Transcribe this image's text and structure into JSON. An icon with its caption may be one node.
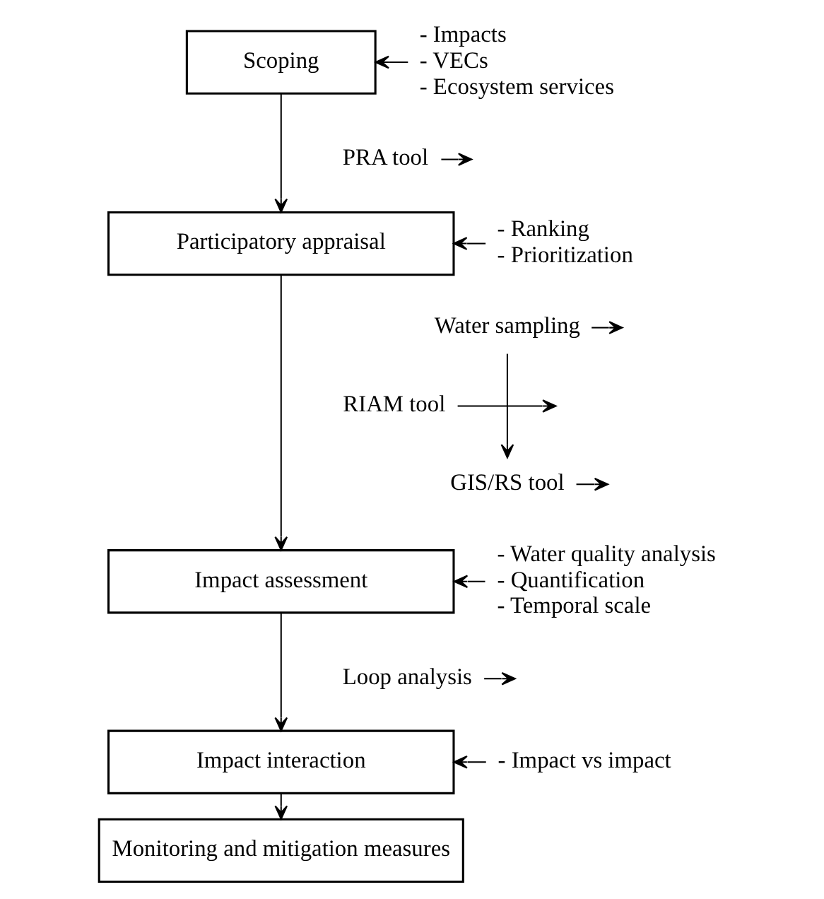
{
  "diagram": {
    "nodes": [
      {
        "text": [
          "Scoping"
        ]
      },
      {
        "text": [
          "Participatory appraisal"
        ]
      },
      {
        "text": [
          "Impact assessment"
        ]
      },
      {
        "text": [
          "Impact interaction"
        ]
      },
      {
        "text": [
          "Monitoring and mitigation measures"
        ]
      },
      {
        "text": [
          "- Impacts",
          "- VECs",
          "- Ecosystem services"
        ]
      },
      {
        "text": [
          "PRA tool"
        ]
      },
      {
        "text": [
          "- Ranking",
          "- Prioritization"
        ]
      },
      {
        "text": [
          "Water sampling"
        ]
      },
      {
        "text": [
          "RIAM tool"
        ]
      },
      {
        "text": [
          "GIS/RS tool"
        ]
      },
      {
        "text": [
          "- Water quality analysis",
          "- Quantification",
          "- Temporal scale"
        ]
      },
      {
        "text": [
          "Loop analysis"
        ]
      },
      {
        "text": [
          "- Impact vs impact"
        ]
      }
    ],
    "edges": [
      {
        "from": 0,
        "to": 1,
        "arrow": "to"
      },
      {
        "from": 1,
        "to": 2,
        "arrow": "to"
      },
      {
        "from": 2,
        "to": 3,
        "arrow": "to"
      },
      {
        "from": 3,
        "to": 4,
        "arrow": "to"
      },
      {
        "from": 5,
        "to": 0,
        "arrow": "to"
      },
      {
        "from": 6,
        "to": null,
        "arrow": "to"
      },
      {
        "from": 7,
        "to": 1,
        "arrow": "to"
      },
      {
        "from": 8,
        "to": null,
        "arrow": "to"
      },
      {
        "from": 8,
        "to": 10,
        "arrow": "to"
      },
      {
        "from": 9,
        "to": null,
        "arrow": "to"
      },
      {
        "from": 10,
        "to": null,
        "arrow": "to"
      },
      {
        "from": 11,
        "to": 2,
        "arrow": "to"
      },
      {
        "from": 12,
        "to": null,
        "arrow": "to"
      },
      {
        "from": 13,
        "to": 3,
        "arrow": "to"
      }
    ]
  }
}
